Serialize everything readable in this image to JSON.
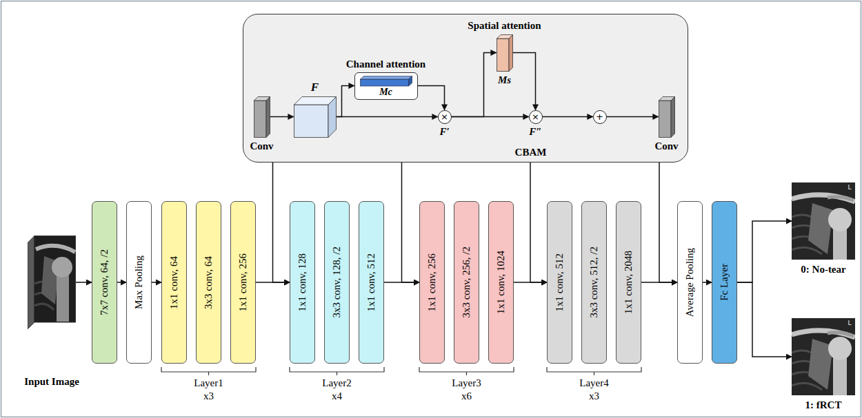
{
  "diagram": {
    "nodes": [
      {
        "text": [
          "CBAM"
        ]
      },
      {
        "text": [
          "Conv"
        ],
        "in": 0
      },
      {
        "text": [
          "F"
        ],
        "in": 0
      },
      {
        "text": [
          "Channel attention",
          "Mc"
        ],
        "in": 0
      },
      {
        "text": [
          "×",
          "F′"
        ],
        "in": 0
      },
      {
        "text": [
          "Spatial attention",
          "Ms"
        ],
        "in": 0
      },
      {
        "text": [
          "×",
          "F″"
        ],
        "in": 0
      },
      {
        "text": [
          "+"
        ],
        "in": 0
      },
      {
        "text": [
          "Conv"
        ],
        "in": 0
      },
      {
        "text": [
          "Input Image"
        ]
      },
      {
        "text": [
          "7x7 conv, 64, /2"
        ]
      },
      {
        "text": [
          "Max Pooling"
        ]
      },
      {
        "text": [
          "1x1 conv, 64"
        ]
      },
      {
        "text": [
          "3x3 conv, 64"
        ]
      },
      {
        "text": [
          "1x1 conv, 256"
        ]
      },
      {
        "text": [
          "1x1 conv, 128"
        ]
      },
      {
        "text": [
          "3x3 conv, 128, /2"
        ]
      },
      {
        "text": [
          "1x1 conv, 512"
        ]
      },
      {
        "text": [
          "1x1 conv, 256"
        ]
      },
      {
        "text": [
          "3x3 conv, 256, /2"
        ]
      },
      {
        "text": [
          "1x1 conv, 1024"
        ]
      },
      {
        "text": [
          "1x1 conv, 512"
        ]
      },
      {
        "text": [
          "3x3 conv, 512, /2"
        ]
      },
      {
        "text": [
          "1x1 conv, 2048"
        ]
      },
      {
        "text": [
          "Average Pooling"
        ]
      },
      {
        "text": [
          "Fc Layer"
        ]
      },
      {
        "text": [
          "0: No-tear"
        ]
      },
      {
        "text": [
          "1: fRCT"
        ]
      }
    ],
    "edges": [
      {
        "from": 1,
        "to": 2,
        "arrow": "to"
      },
      {
        "from": 2,
        "to": 3,
        "arrow": "to"
      },
      {
        "from": 2,
        "to": 4,
        "arrow": "to"
      },
      {
        "from": 3,
        "to": 4,
        "arrow": "to"
      },
      {
        "from": 4,
        "to": 5,
        "arrow": "to"
      },
      {
        "from": 4,
        "to": 6,
        "arrow": "to"
      },
      {
        "from": 5,
        "to": 6,
        "arrow": "to"
      },
      {
        "from": 6,
        "to": 7,
        "arrow": "to"
      },
      {
        "from": 7,
        "to": 8,
        "arrow": "to"
      },
      {
        "from": 9,
        "to": 10,
        "arrow": "to"
      },
      {
        "from": 10,
        "to": 11,
        "arrow": "to"
      },
      {
        "from": 11,
        "to": 12,
        "arrow": "to"
      },
      {
        "from": 14,
        "to": 15,
        "arrow": "to"
      },
      {
        "from": 17,
        "to": 18,
        "arrow": "to"
      },
      {
        "from": 20,
        "to": 21,
        "arrow": "to"
      },
      {
        "from": 23,
        "to": 24,
        "arrow": "to"
      },
      {
        "from": 24,
        "to": 25,
        "arrow": "to"
      },
      {
        "from": 25,
        "to": 26,
        "arrow": "to"
      },
      {
        "from": 25,
        "to": 27,
        "arrow": "to"
      },
      {
        "from": 0,
        "to": 15,
        "arrow": "to"
      },
      {
        "from": 0,
        "to": 18,
        "arrow": "to"
      },
      {
        "from": 0,
        "to": 21,
        "arrow": "to"
      },
      {
        "from": 0,
        "to": 24,
        "arrow": "to"
      }
    ],
    "labels": [
      "Layer1",
      "x3",
      "Layer2",
      "x4",
      "Layer3",
      "x6",
      "Layer4",
      "x3",
      "L",
      "L"
    ]
  }
}
